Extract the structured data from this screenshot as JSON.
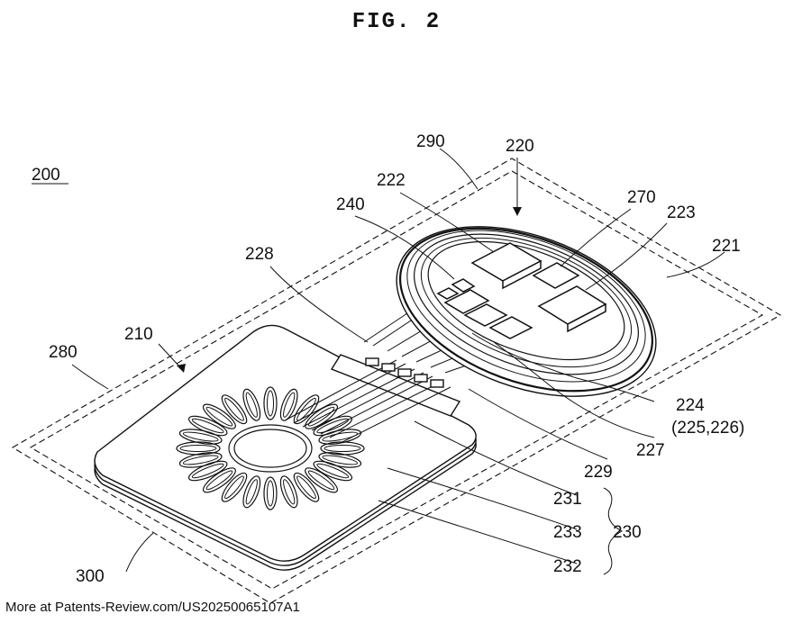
{
  "figure": {
    "title": "FIG. 2"
  },
  "labels": {
    "device": "200",
    "l290": "290",
    "l220": "220",
    "l222": "222",
    "l270": "270",
    "l223": "223",
    "l240": "240",
    "l221": "221",
    "l228": "228",
    "l210": "210",
    "l280": "280",
    "l224": "224",
    "l224_sub": "(225,226)",
    "l227": "227",
    "l229": "229",
    "l231": "231",
    "l233": "233",
    "l230": "230",
    "l232": "232",
    "l300": "300"
  },
  "footer": {
    "source": "More at Patents-Review.com/US20250065107A1"
  }
}
